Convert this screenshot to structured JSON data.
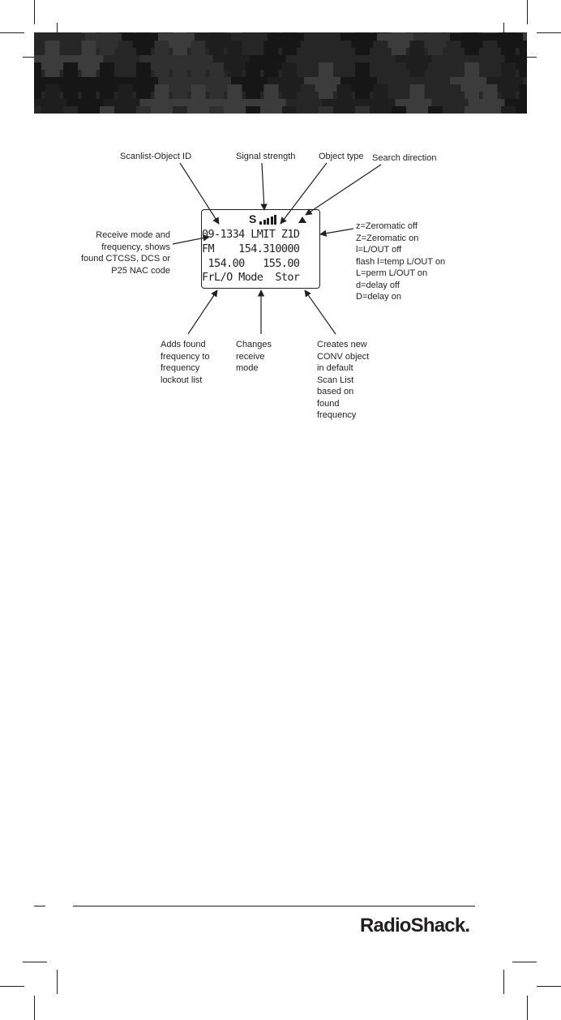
{
  "callouts": {
    "scanlist_object_id": "Scanlist-Object ID",
    "signal_strength": "Signal strength",
    "object_type": "Object type",
    "search_direction": "Search direction",
    "receive_mode": "Receive mode and\nfrequency, shows\nfound CTCSS, DCS or\nP25 NAC code",
    "flags": "z=Zeromatic off\nZ=Zeromatic on\nl=L/OUT off\nflash l=temp L/OUT on\nL=perm L/OUT on\nd=delay off\nD=delay on",
    "adds_found": "Adds found\nfrequency to\nfrequency\nlockout list",
    "changes_mode": "Changes\nreceive\nmode",
    "creates_new": "Creates new\nCONV object\nin default\nScan List\nbased on\nfound\nfrequency"
  },
  "display": {
    "signal_letter": "S",
    "signal_level": 5,
    "line1": "09-1334 LMIT Z1D",
    "line2": "FM    154.310000",
    "line3": " 154.00   155.00",
    "line4": "FrL/O Mode  Stor"
  },
  "footer": {
    "brand": "RadioShack."
  },
  "colors": {
    "ink": "#231f20",
    "banner_dark": "#262626",
    "banner_tile_light": "#3c3c3c",
    "banner_tile_black": "#161616"
  }
}
